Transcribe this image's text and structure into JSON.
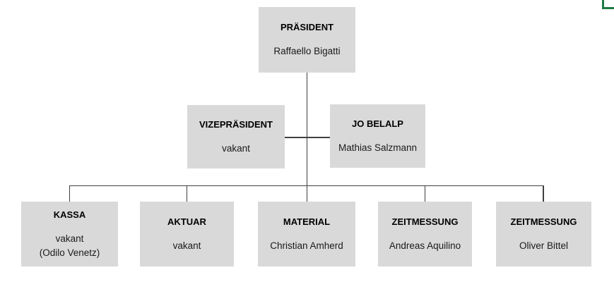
{
  "diagram": {
    "type": "org-chart",
    "levels": [
      [
        "praesident"
      ],
      [
        "vizepraesident",
        "jo-belalp"
      ],
      [
        "kassa",
        "aktuar",
        "material",
        "zeitmessung-1",
        "zeitmessung-2"
      ]
    ],
    "boxes": [
      {
        "id": "praesident",
        "title": "PRÄSIDENT",
        "name": "Raffaello Bigatti"
      },
      {
        "id": "vizepraesident",
        "title": "VIZEPRÄSIDENT",
        "name": "vakant"
      },
      {
        "id": "jo-belalp",
        "title": "JO BELALP",
        "name": "Mathias Salzmann"
      },
      {
        "id": "kassa",
        "title": "KASSA",
        "name": "vakant",
        "name2": "(Odilo Venetz)"
      },
      {
        "id": "aktuar",
        "title": "AKTUAR",
        "name": "vakant"
      },
      {
        "id": "material",
        "title": "MATERIAL",
        "name": "Christian Amherd"
      },
      {
        "id": "zeitmessung-1",
        "title": "ZEITMESSUNG",
        "name": "Andreas Aquilino"
      },
      {
        "id": "zeitmessung-2",
        "title": "ZEITMESSUNG",
        "name": "Oliver Bittel"
      }
    ],
    "colors": {
      "background": "#ffffff",
      "box_fill": "#d9d9d9",
      "connector": "#404040",
      "title_text": "#000000",
      "name_text": "#1a1a1a",
      "accent_green": "#1e7a44"
    }
  }
}
